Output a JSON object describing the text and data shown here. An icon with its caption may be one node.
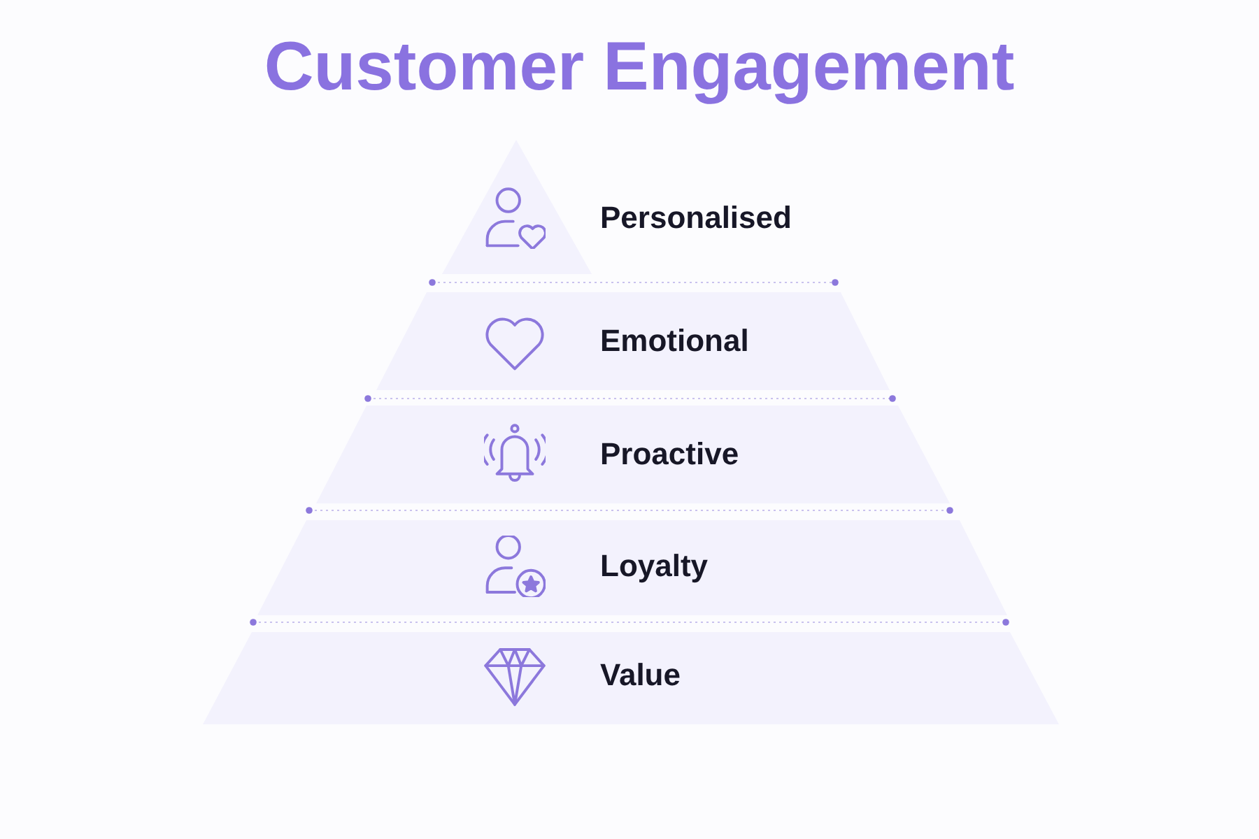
{
  "diagram": {
    "title": "Customer Engagement",
    "nodes": [
      {
        "text": [
          "Personalised"
        ]
      },
      {
        "text": [
          "Emotional"
        ]
      },
      {
        "text": [
          "Proactive"
        ]
      },
      {
        "text": [
          "Loyalty"
        ]
      },
      {
        "text": [
          "Value"
        ]
      }
    ]
  }
}
